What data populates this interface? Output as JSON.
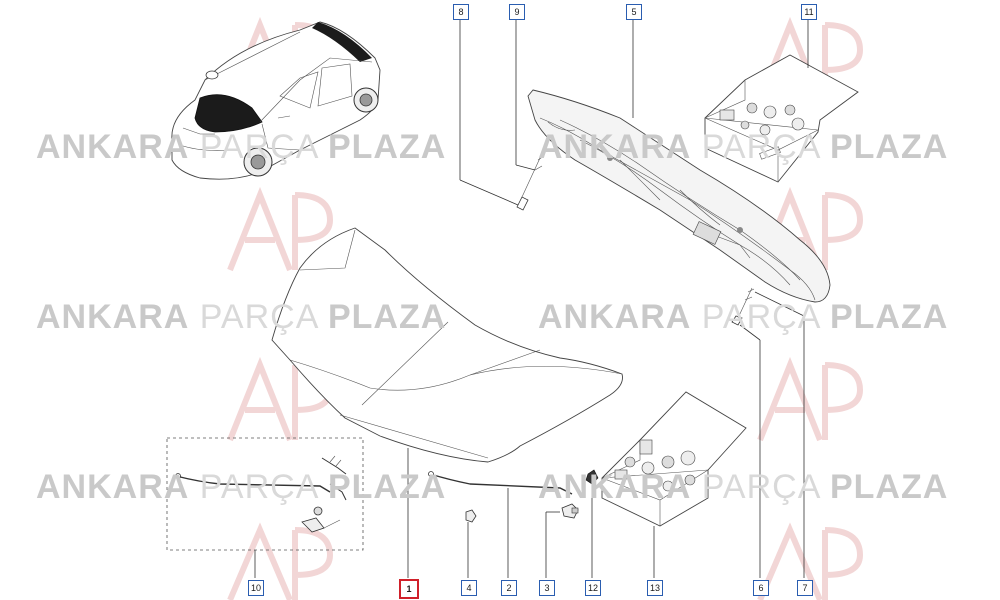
{
  "watermark": {
    "part1": "ANKARA",
    "part2": "PARÇA",
    "part3": "PLAZA"
  },
  "callouts": [
    {
      "id": "c1",
      "label": "1",
      "selected": true
    },
    {
      "id": "c2",
      "label": "2"
    },
    {
      "id": "c3",
      "label": "3"
    },
    {
      "id": "c4",
      "label": "4"
    },
    {
      "id": "c5",
      "label": "5"
    },
    {
      "id": "c6",
      "label": "6"
    },
    {
      "id": "c7",
      "label": "7"
    },
    {
      "id": "c8",
      "label": "8"
    },
    {
      "id": "c9",
      "label": "9"
    },
    {
      "id": "c10",
      "label": "10"
    },
    {
      "id": "c11",
      "label": "11"
    },
    {
      "id": "c12",
      "label": "12"
    },
    {
      "id": "c13",
      "label": "13"
    }
  ],
  "colors": {
    "accent_selected": "#d0202a",
    "callout_border": "#2a5db0",
    "watermark": "#c9c9c9"
  }
}
